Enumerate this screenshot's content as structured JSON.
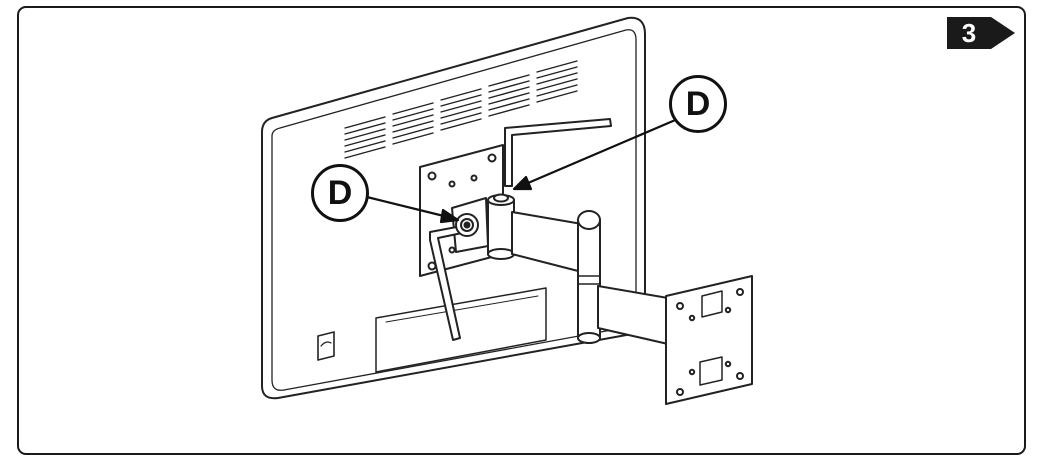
{
  "step": {
    "number": "3"
  },
  "callouts": [
    {
      "label": "D"
    },
    {
      "label": "D"
    }
  ]
}
